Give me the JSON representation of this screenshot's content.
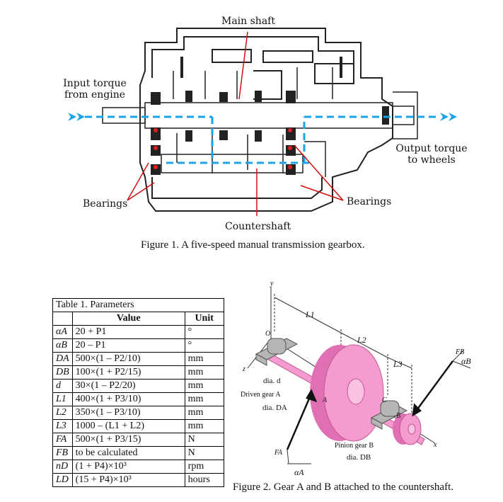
{
  "figure1": {
    "labels": {
      "main_shaft": "Main shaft",
      "input_torque_line1": "Input torque",
      "input_torque_line2": "from engine",
      "output_torque_line1": "Output torque",
      "output_torque_line2": "to wheels",
      "bearings_left": "Bearings",
      "bearings_right": "Bearings",
      "countershaft": "Countershaft"
    },
    "caption": "Figure 1. A five-speed manual transmission gearbox.",
    "colors": {
      "flow": "#1aa3e8",
      "callout": "#d01010",
      "bearing_dot": "#e02020"
    }
  },
  "table1": {
    "title": "Table 1. Parameters",
    "headers": [
      "",
      "Value",
      "Unit"
    ],
    "rows": [
      {
        "sym": "αA",
        "value": "20 + P1",
        "unit": "°"
      },
      {
        "sym": "αB",
        "value": "20 – P1",
        "unit": "°"
      },
      {
        "sym": "DA",
        "value": "500×(1 – P2/10)",
        "unit": "mm"
      },
      {
        "sym": "DB",
        "value": "100×(1 + P2/15)",
        "unit": "mm"
      },
      {
        "sym": "d",
        "value": "30×(1 – P2/20)",
        "unit": "mm"
      },
      {
        "sym": "L1",
        "value": "400×(1 + P3/10)",
        "unit": "mm"
      },
      {
        "sym": "L2",
        "value": "350×(1 – P3/10)",
        "unit": "mm"
      },
      {
        "sym": "L3",
        "value": "1000 – (L1 + L2)",
        "unit": "mm"
      },
      {
        "sym": "FA",
        "value": "500×(1 + P3/15)",
        "unit": "N"
      },
      {
        "sym": "FB",
        "value": "to be calculated",
        "unit": "N"
      },
      {
        "sym": "nD",
        "value": "(1 + P4)×10³",
        "unit": "rpm"
      },
      {
        "sym": "LD",
        "value": "(15 + P4)×10³",
        "unit": "hours"
      }
    ]
  },
  "figure2": {
    "labels": {
      "y": "y",
      "z": "z",
      "x": "x",
      "o": "O",
      "L1": "L1",
      "L2": "L2",
      "L3": "L3",
      "dia_d": "dia. d",
      "driven_gear": "Driven gear A",
      "dia_DA": "dia. DA",
      "A": "A",
      "C": "C",
      "B": "B",
      "FA": "FA",
      "FB": "FB",
      "alphaA": "αA",
      "alphaB": "αB",
      "pinion_gear": "Pinion gear B",
      "dia_DB": "dia. DB"
    },
    "caption": "Figure 2. Gear A and B attached to the countershaft.",
    "colors": {
      "gear": "#f59bd0",
      "gear_dark": "#e16fb3",
      "bearing": "#b5b5b5"
    }
  }
}
